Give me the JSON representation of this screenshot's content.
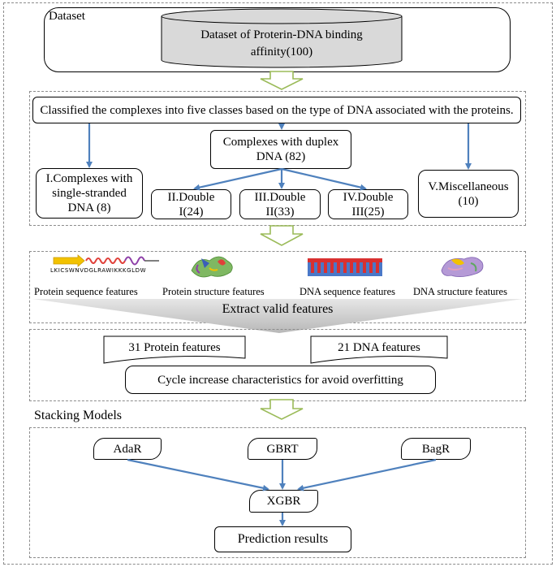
{
  "dataset": {
    "section_label": "Dataset",
    "cylinder_line1": "Dataset of Proterin-DNA binding",
    "cylinder_line2": "affinity(100)"
  },
  "classification": {
    "header": "Classified the complexes into five classes based on the type of DNA associated with the proteins.",
    "duplex_line1": "Complexes with duplex",
    "duplex_line2": "DNA (82)",
    "single_line1": "I.Complexes with",
    "single_line2": "single-stranded",
    "single_line3": "DNA (8)",
    "double1_line1": "II.Double",
    "double1_line2": "I(24)",
    "double2_line1": "III.Double",
    "double2_line2": "II(33)",
    "double3_line1": "IV.Double",
    "double3_line2": "III(25)",
    "misc_line1": "V.Miscellaneous",
    "misc_line2": "(10)"
  },
  "features": {
    "protein_seq_caption": "Protein sequence features",
    "protein_seq_letters": "LKICSWNVDGLRAWIKKKGLDW",
    "protein_struct_caption": "Protein structure features",
    "dna_seq_caption": "DNA sequence features",
    "dna_struct_caption": "DNA structure features",
    "extract_label": "Extract valid features"
  },
  "selection": {
    "protein_features": "31 Protein features",
    "dna_features": "21 DNA features",
    "cycle": "Cycle increase characteristics for avoid overfitting"
  },
  "stacking": {
    "section_label": "Stacking Models",
    "adar": "AdaR",
    "gbrt": "GBRT",
    "bagr": "BagR",
    "xgbr": "XGBR",
    "results": "Prediction results"
  },
  "colors": {
    "arrow_blue": "#4f81bd",
    "hollow_arrow_green": "#9bbb59",
    "cylinder_fill": "#d9d9d9",
    "outer_dash": "#8c8c8c"
  }
}
